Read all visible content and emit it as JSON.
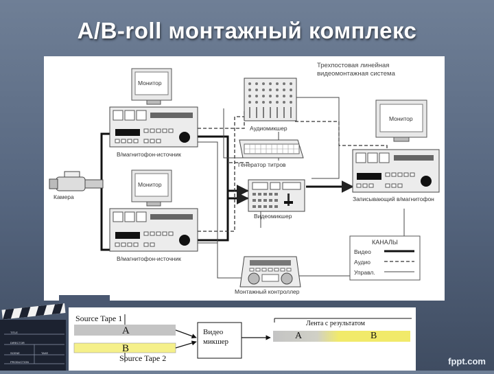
{
  "slide": {
    "title": "A/B-roll монтажный комплекс",
    "watermark": "fppt.com"
  },
  "diagram": {
    "caption": [
      "Трехпостовая линейная",
      "видеомонтажная система"
    ],
    "labels": {
      "monitor_1": "Монитор",
      "monitor_2": "Монитор",
      "monitor_3": "Монитор",
      "vtr_source_1": "В/магнитофон-источник",
      "vtr_source_2": "В/магнитофон-источник",
      "camera": "Камера",
      "audio_mixer": "Аудиомикшер",
      "title_generator": "Генератор титров",
      "video_mixer": "Видеомикшер",
      "vtr_record": "Записывающий в/магнитофон",
      "edit_controller": "Монтажный контроллер"
    },
    "legend": {
      "title": "КАНАЛЫ",
      "items": [
        "Видео",
        "Аудио",
        "Управл."
      ]
    }
  },
  "clapperboard": {
    "rows": [
      "TITLE",
      "DIRECTOR",
      "SCENE",
      "TAKE",
      "PRODUCTION"
    ]
  },
  "ab_roll": {
    "source_1": "Source Tape 1",
    "source_2": "Source Tape 2",
    "tape_a": "A",
    "tape_b": "B",
    "mixer_line1": "Видео",
    "mixer_line2": "микшер",
    "result_label": "Лента с результатом",
    "result_a": "A",
    "result_b": "B",
    "colors": {
      "tape_a": "#c4c4c4",
      "tape_b": "#f5f08a",
      "result_b": "#f1ea6a"
    }
  }
}
